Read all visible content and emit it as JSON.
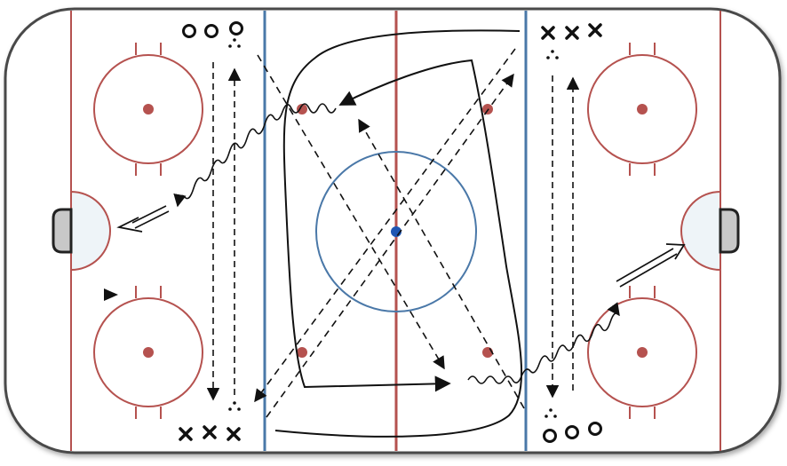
{
  "diagram": {
    "subject": "hockey-rink-drill",
    "colors": {
      "rink_fill": "#ffffff",
      "boards": "#4a4a4a",
      "red_line": "#b5524f",
      "blue_line": "#4a78a8",
      "crease_fill": "#eef4f8",
      "net_fill": "#c8c8c8",
      "center_dot": "#1f56b3",
      "drill_ink": "#111111"
    },
    "markers": {
      "defense_symbol": "o",
      "forward_symbol": "×",
      "puck_stack_symbol": "∴"
    },
    "groups": [
      {
        "corner": "top-left",
        "symbol": "o",
        "count": 3
      },
      {
        "corner": "top-right",
        "symbol": "×",
        "count": 3
      },
      {
        "corner": "bottom-left",
        "symbol": "×",
        "count": 3
      },
      {
        "corner": "bottom-right",
        "symbol": "o",
        "count": 3
      }
    ]
  }
}
